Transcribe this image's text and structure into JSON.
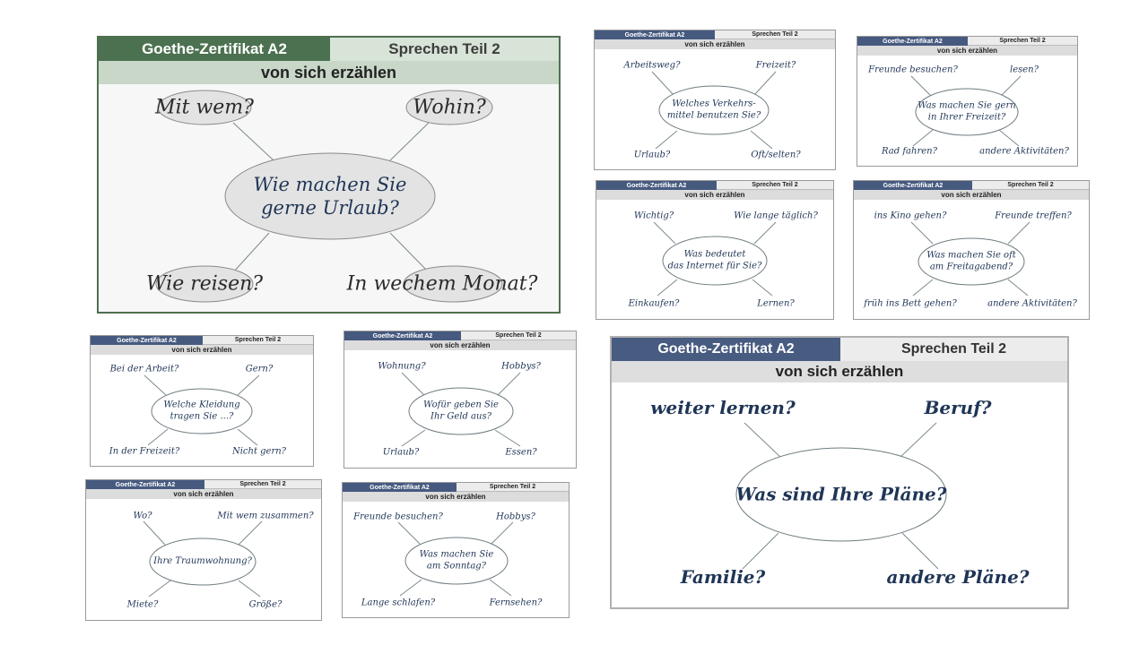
{
  "cards": [
    {
      "header_left": "Goethe-Zertifikat A2",
      "header_right": "Sprechen Teil 2",
      "subtitle": "von sich erzählen",
      "center": [
        "Wie machen Sie",
        "gerne Urlaub?"
      ],
      "top_left": "Mit wem?",
      "top_right": "Wohin?",
      "bottom_left": "Wie reisen?",
      "bottom_right": "In wechem Monat?"
    },
    {
      "header_left": "Goethe-Zertifikat A2",
      "header_right": "Sprechen Teil 2",
      "subtitle": "von sich erzählen",
      "center": [
        "Welches Verkehrs-",
        "mittel benutzen Sie?"
      ],
      "top_left": "Arbeitsweg?",
      "top_right": "Freizeit?",
      "bottom_left": "Urlaub?",
      "bottom_right": "Oft/selten?"
    },
    {
      "header_left": "Goethe-Zertifikat A2",
      "header_right": "Sprechen Teil 2",
      "subtitle": "von sich erzählen",
      "center": [
        "Was machen Sie gern",
        "in Ihrer Freizeit?"
      ],
      "top_left": "Freunde besuchen?",
      "top_right": "lesen?",
      "bottom_left": "Rad fahren?",
      "bottom_right": "andere Aktivitäten?"
    },
    {
      "header_left": "Goethe-Zertifikat A2",
      "header_right": "Sprechen Teil 2",
      "subtitle": "von sich erzählen",
      "center": [
        "Was bedeutet",
        "das Internet für Sie?"
      ],
      "top_left": "Wichtig?",
      "top_right": "Wie lange täglich?",
      "bottom_left": "Einkaufen?",
      "bottom_right": "Lernen?"
    },
    {
      "header_left": "Goethe-Zertifikat A2",
      "header_right": "Sprechen Teil 2",
      "subtitle": "von sich erzählen",
      "center": [
        "Was machen Sie oft",
        "am Freitagabend?"
      ],
      "top_left": "ins Kino gehen?",
      "top_right": "Freunde treffen?",
      "bottom_left": "früh ins Bett gehen?",
      "bottom_right": "andere Aktivitäten?"
    },
    {
      "header_left": "Goethe-Zertifikat A2",
      "header_right": "Sprechen Teil 2",
      "subtitle": "von sich erzählen",
      "center": [
        "Welche Kleidung",
        "tragen Sie ...?"
      ],
      "top_left": "Bei der Arbeit?",
      "top_right": "Gern?",
      "bottom_left": "In der Freizeit?",
      "bottom_right": "Nicht gern?"
    },
    {
      "header_left": "Goethe-Zertifikat A2",
      "header_right": "Sprechen Teil 2",
      "subtitle": "von sich erzählen",
      "center": [
        "Wofür geben Sie",
        "Ihr Geld aus?"
      ],
      "top_left": "Wohnung?",
      "top_right": "Hobbys?",
      "bottom_left": "Urlaub?",
      "bottom_right": "Essen?"
    },
    {
      "header_left": "Goethe-Zertifikat A2",
      "header_right": "Sprechen Teil 2",
      "subtitle": "von sich erzählen",
      "center": [
        "Ihre Traumwohnung?"
      ],
      "top_left": "Wo?",
      "top_right": "Mit wem zusammen?",
      "bottom_left": "Miete?",
      "bottom_right": "Größe?"
    },
    {
      "header_left": "Goethe-Zertifikat A2",
      "header_right": "Sprechen Teil 2",
      "subtitle": "von sich erzählen",
      "center": [
        "Was machen Sie",
        "am Sonntag?"
      ],
      "top_left": "Freunde besuchen?",
      "top_right": "Hobbys?",
      "bottom_left": "Lange schlafen?",
      "bottom_right": "Fernsehen?"
    },
    {
      "header_left": "Goethe-Zertifikat A2",
      "header_right": "Sprechen Teil 2",
      "subtitle": "von sich erzählen",
      "center": [
        "Was sind Ihre Pläne?"
      ],
      "top_left": "weiter lernen?",
      "top_right": "Beruf?",
      "bottom_left": "Familie?",
      "bottom_right": "andere Pläne?"
    }
  ]
}
